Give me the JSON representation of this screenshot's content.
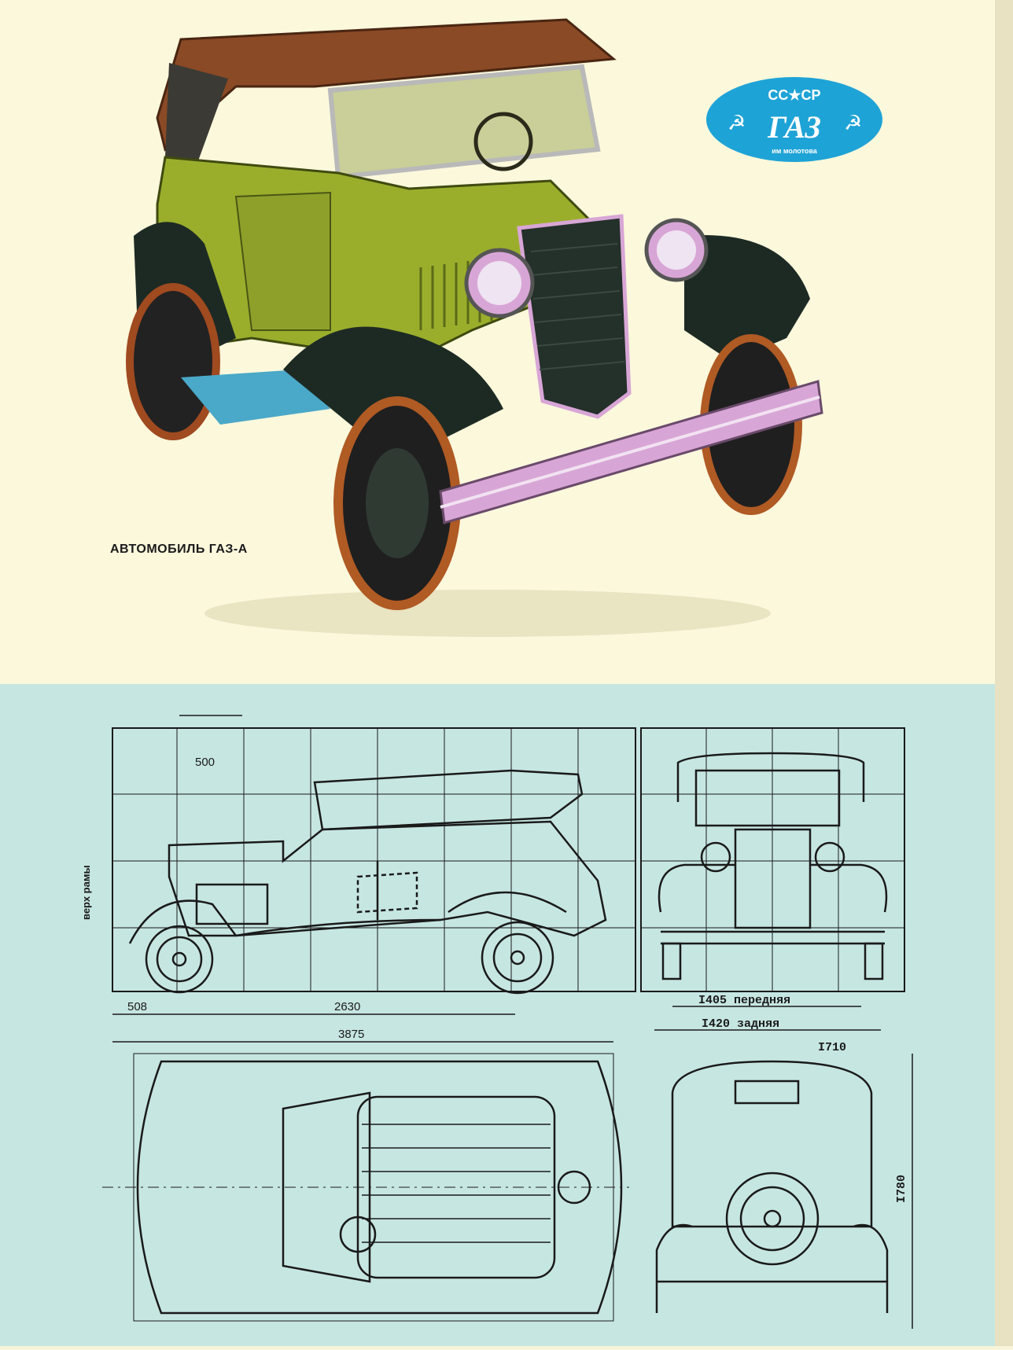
{
  "caption": "АВТОМОБИЛЬ ГАЗ-А",
  "logo": {
    "country": "СС★СР",
    "brand": "ГАЗ",
    "subline": "им молотова",
    "color": "#1ea3d6"
  },
  "blueprint": {
    "grid_label": "500",
    "frame_label": "верх рамы",
    "side_dims": {
      "front_overhang": "508",
      "wheelbase": "2630",
      "overall_length": "3875"
    },
    "front_dims": {
      "front_track": "I405 передняя",
      "rear_track": "I420 задняя",
      "width": "I710"
    },
    "height_dim": "I780"
  },
  "colors": {
    "body": "#9aae2c",
    "fenders": "#1d2a24",
    "top": "#8a4a26",
    "chrome": "#d8a6d6",
    "blueprint_bg": "#c6e6e2",
    "paper": "#fbf8dc"
  }
}
